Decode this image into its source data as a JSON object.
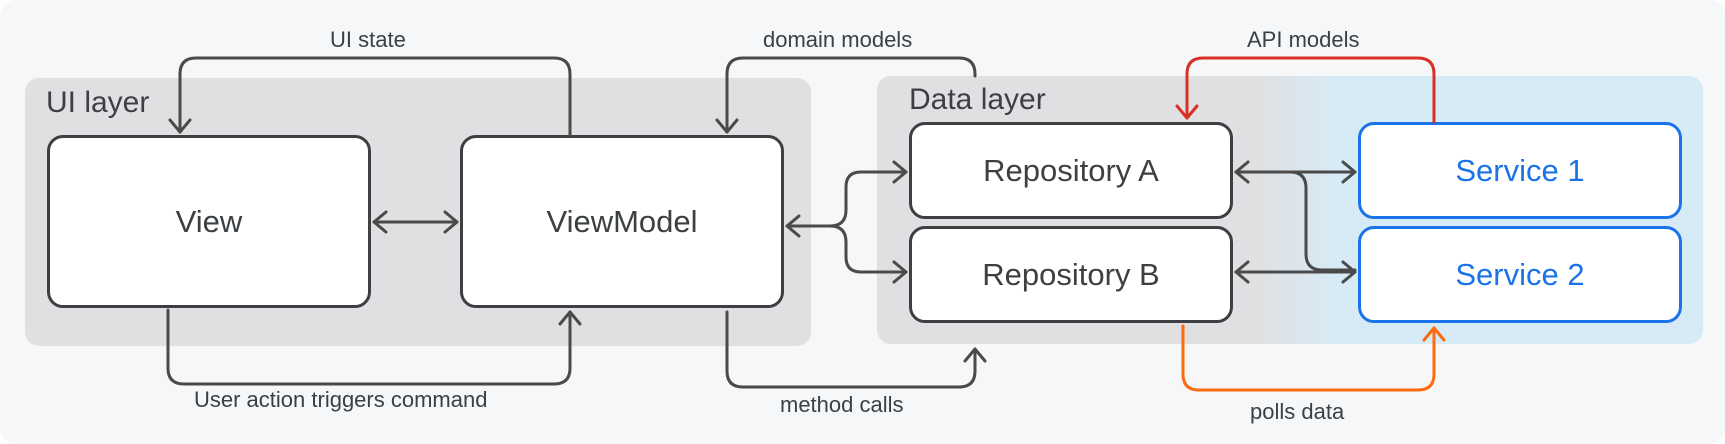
{
  "regions": {
    "ui_layer": "UI layer",
    "data_layer": "Data layer"
  },
  "nodes": {
    "view": "View",
    "viewmodel": "ViewModel",
    "repository_a": "Repository A",
    "repository_b": "Repository B",
    "service_1": "Service  1",
    "service_2": "Service 2"
  },
  "edge_labels": {
    "ui_state": "UI state",
    "domain_models": "domain models",
    "api_models": "API models",
    "user_action": "User action triggers command",
    "method_calls": "method calls",
    "polls_data": "polls data"
  },
  "colors": {
    "line": "#4a4a4a",
    "service_border": "#1a73e8",
    "api_models_arrow": "#d93025",
    "polls_data_arrow": "#fa6b12"
  }
}
